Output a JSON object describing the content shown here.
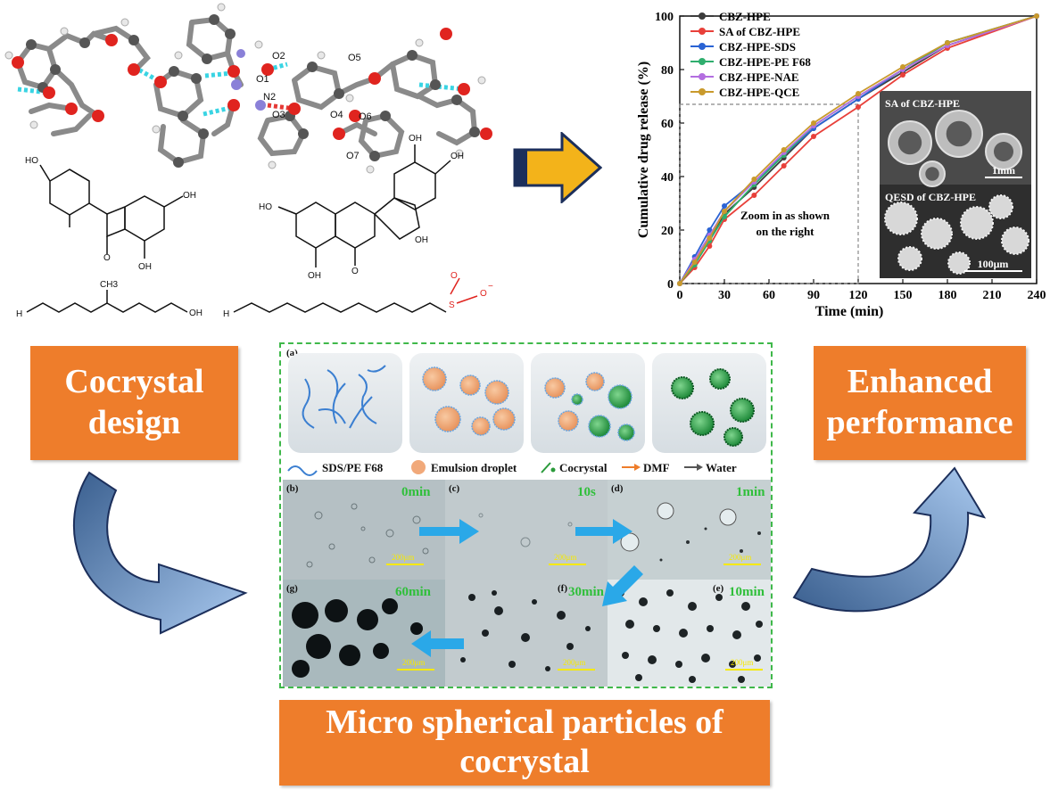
{
  "boxes": {
    "left_line1": "Cocrystal",
    "left_line2": "design",
    "right_line1": "Enhanced",
    "right_line2": "performance",
    "bottom_line1": "Micro spherical particles of",
    "bottom_line2": "cocrystal"
  },
  "molecule_labels": {
    "O1": "O1",
    "O2": "O2",
    "O3": "O3",
    "O4": "O4",
    "O5": "O5",
    "O6": "O6",
    "O7": "O7",
    "N2": "N2",
    "oh": "OH",
    "ho": "HO",
    "o": "O",
    "h1": "H",
    "sub1": "1",
    "o_minus": "O",
    "minus": "−",
    "ch3": "CH3",
    "s": "S"
  },
  "chart_data": {
    "type": "line",
    "xlabel": "Time (min)",
    "ylabel": "Cumulative drug release  (%)",
    "xlim": [
      0,
      240
    ],
    "ylim": [
      0,
      100
    ],
    "xticks": [
      0,
      30,
      60,
      90,
      120,
      150,
      180,
      210,
      240
    ],
    "yticks": [
      0,
      20,
      40,
      60,
      80,
      100
    ],
    "x": [
      0,
      10,
      20,
      30,
      50,
      70,
      90,
      120,
      150,
      180,
      240
    ],
    "series": [
      {
        "name": "CBZ-HPE",
        "color": "#3c3c3c",
        "values": [
          0,
          8,
          17,
          26,
          36,
          47,
          58,
          69,
          79,
          89,
          100
        ]
      },
      {
        "name": "SA of CBZ-HPE",
        "color": "#e8403a",
        "values": [
          0,
          6,
          14,
          24,
          33,
          44,
          55,
          66,
          78,
          88,
          100
        ]
      },
      {
        "name": "CBZ-HPE-SDS",
        "color": "#2a63d4",
        "values": [
          0,
          10,
          20,
          29,
          38,
          48,
          58,
          69,
          80,
          90,
          100
        ]
      },
      {
        "name": "CBZ-HPE-PE F68",
        "color": "#2fae6e",
        "values": [
          0,
          7,
          16,
          25,
          37,
          48,
          59,
          70,
          80,
          90,
          100
        ]
      },
      {
        "name": "CBZ-HPE-NAE",
        "color": "#b36ee0",
        "values": [
          0,
          9,
          18,
          27,
          38,
          49,
          59,
          70,
          80,
          89,
          100
        ]
      },
      {
        "name": "CBZ-HPE-QCE",
        "color": "#c99a2c",
        "values": [
          0,
          8,
          17,
          27,
          39,
          50,
          60,
          71,
          81,
          90,
          100
        ]
      }
    ],
    "annotation": [
      "Zoom in as shown",
      "on the right"
    ],
    "inset_top": "SA of CBZ-HPE",
    "inset_top_scale": "1mm",
    "inset_bottom": "QESD of CBZ-HPE",
    "inset_bottom_scale": "100μm"
  },
  "process": {
    "panel_a": "(a)",
    "legend": {
      "sds": "SDS/PE F68",
      "droplet": "Emulsion droplet",
      "cocrystal": "Cocrystal",
      "dmf": "DMF",
      "water": "Water"
    },
    "panels": [
      {
        "label": "(b)",
        "time": "0min",
        "scale": "200μm"
      },
      {
        "label": "(c)",
        "time": "10s",
        "scale": "200μm"
      },
      {
        "label": "(d)",
        "time": "1min",
        "scale": "200μm"
      },
      {
        "label": "(g)",
        "time": "60min",
        "scale": "200μm"
      },
      {
        "label": "(f)",
        "time": "30min",
        "scale": "200μm"
      },
      {
        "label": "(e)",
        "time": "10min",
        "scale": "200μm"
      }
    ]
  }
}
